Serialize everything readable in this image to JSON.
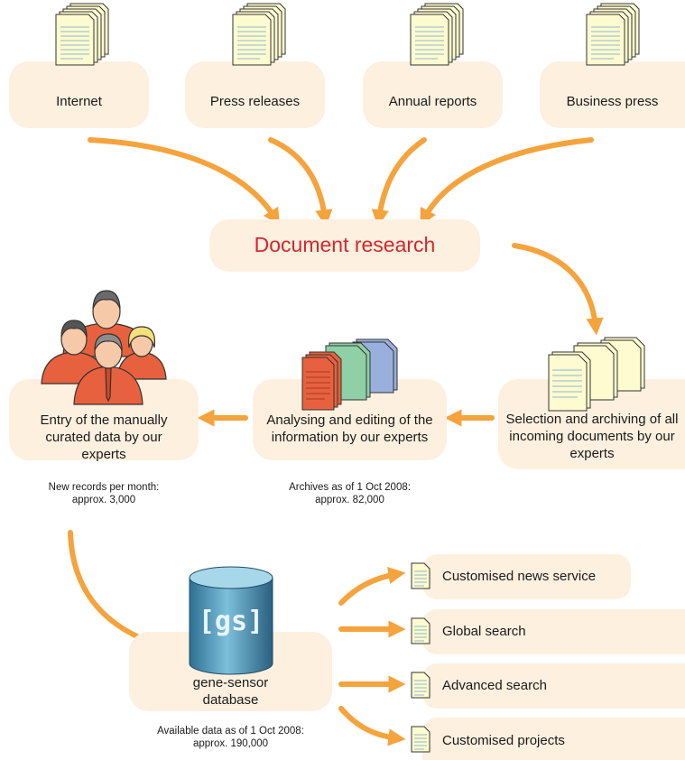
{
  "sources": [
    {
      "label": "Internet"
    },
    {
      "label": "Press releases"
    },
    {
      "label": "Annual reports"
    },
    {
      "label": "Business press"
    }
  ],
  "research": {
    "label": "Document research"
  },
  "process": {
    "entry": {
      "label": "Entry of the manually curated data by our experts"
    },
    "analysing": {
      "label": "Analysing and editing of the information by our experts"
    },
    "selection": {
      "label": "Selection and archiving of all incoming documents by our experts"
    }
  },
  "notes": {
    "records_line1": "New records per month:",
    "records_line2": "approx. 3,000",
    "archives_line1": "Archives as of 1 Oct 2008:",
    "archives_line2": "approx. 82,000",
    "available_line1": "Available data as of 1 Oct 2008:",
    "available_line2": "approx. 190,000"
  },
  "database": {
    "logo": "[gs]",
    "label_line1": "gene-sensor",
    "label_line2": "database"
  },
  "outputs": [
    {
      "label": "Customised news service"
    },
    {
      "label": "Global search"
    },
    {
      "label": "Advanced search"
    },
    {
      "label": "Customised projects"
    }
  ],
  "colors": {
    "box_fill": "#fdf0df",
    "arrow": "#f5a33c",
    "highlight_text": "#d7262e",
    "people_fill": "#e8613e",
    "database_fill": "#5aa6c8"
  },
  "icons": [
    "document-stack-icon",
    "experts-group-icon",
    "colored-documents-icon",
    "database-icon",
    "document-icon"
  ]
}
